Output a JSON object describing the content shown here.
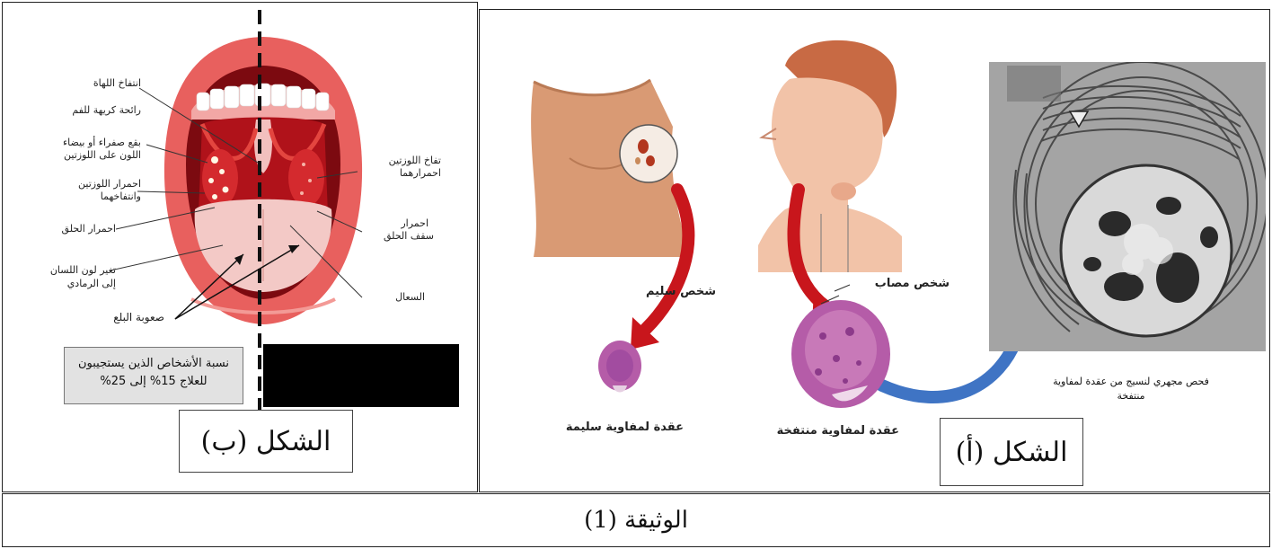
{
  "figure_b": {
    "caption": "الشكل (ب)",
    "labels": {
      "uvula_swelling": "انتفاخ اللهاة",
      "bad_breath": "رائحة كريهة للفم",
      "spots_line1": "بقع صفراء أو بيضاء",
      "spots_line2": "اللون على اللوزتين",
      "tonsil_red_line1": "احمرار اللوزتين",
      "tonsil_red_line2": "وانتفاخهما",
      "throat_red": "احمرار الحلق",
      "tongue_line1": "تغير لون اللسان",
      "tongue_line2": "إلى الرمادي",
      "swallow": "صعوبة البلع",
      "right_tonsil_line1": "تفاخ اللوزتين",
      "right_tonsil_line2": "احمرارهما",
      "palate_line1": "احمرار",
      "palate_line2": "سقف الحلق",
      "cough": "السعال"
    },
    "response_line1": "نسبة الأشخاص الذين يستجيبون",
    "response_line2": "للعلاج 15% إلى 25%"
  },
  "figure_a": {
    "caption": "الشكل (أ)",
    "healthy_person": "شخص سليم",
    "sick_person": "شخص مصاب",
    "healthy_node": "عقدة لمفاوية سليمة",
    "swollen_node": "عقدة لمفاوية منتفخة",
    "micro_line1": "فحص مجهري لنسيج من عقدة لمفاوية",
    "micro_line2": "منتفخة"
  },
  "document_title": "الوثيقة (1)",
  "colors": {
    "lip": "#e8605e",
    "gum": "#f2a7a5",
    "throat_dark": "#b0121a",
    "throat_red": "#d42a2e",
    "tongue": "#f3c9c6",
    "skin": "#d99a74",
    "node_purple": "#b55ca8",
    "arrow_red": "#c8161c",
    "arrow_blue": "#3f74c4"
  }
}
